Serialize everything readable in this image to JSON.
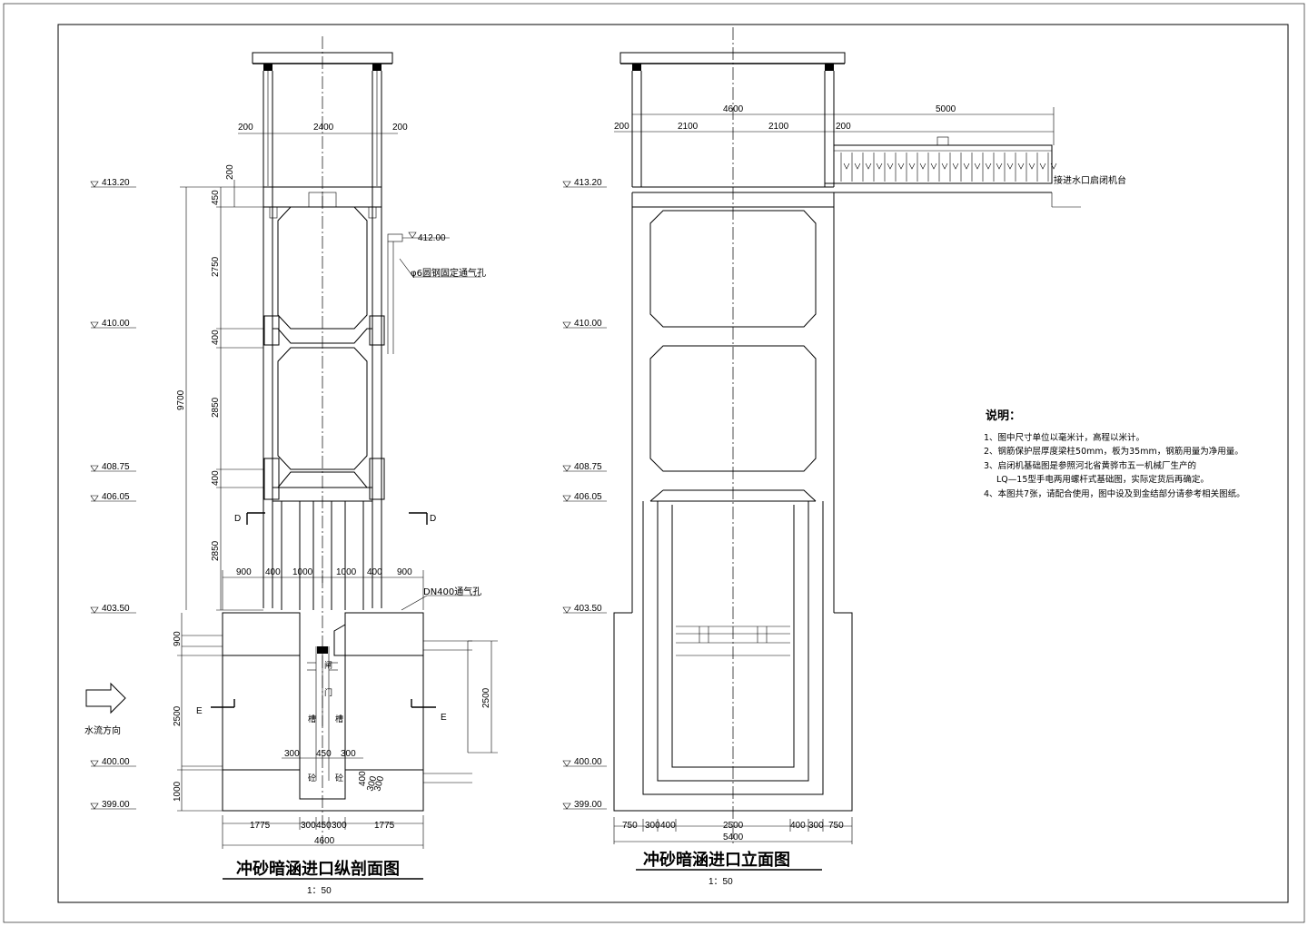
{
  "left_view": {
    "title": "冲砂暗涵进口纵剖面图",
    "scale": "1：50",
    "elevations": [
      "413.20",
      "410.00",
      "408.75",
      "406.05",
      "403.50",
      "400.00",
      "399.00"
    ],
    "top_dims": [
      "200",
      "2400",
      "200"
    ],
    "vertical_dims": [
      "450",
      "2750",
      "400",
      "2850",
      "400",
      "2850",
      "9700",
      "900",
      "2500",
      "1000"
    ],
    "small_dims": [
      "200",
      "300",
      "300"
    ],
    "mid_dims": [
      "900",
      "400",
      "1000",
      "1000",
      "400",
      "900"
    ],
    "bottom_dims": [
      "1775",
      "300",
      "450",
      "300",
      "1775",
      "4600"
    ],
    "gate_dims": [
      "300",
      "450",
      "300"
    ],
    "side_dim": "2500",
    "slot_dims": [
      "400",
      "300",
      "300"
    ],
    "section_d": "D",
    "section_e": "E",
    "label_412": "412.00",
    "label_vent": "φ6圆钢固定通气孔",
    "label_dn400": "DN400通气孔",
    "gate_chars": [
      "闸",
      "门",
      "槽",
      "槽",
      "砼",
      "砼"
    ],
    "flow_label": "水流方向"
  },
  "right_view": {
    "title": "冲砂暗涵进口立面图",
    "scale": "1：50",
    "elevations": [
      "413.20",
      "410.00",
      "408.75",
      "406.05",
      "403.50",
      "400.00",
      "399.00"
    ],
    "top_dims": [
      "4600",
      "200",
      "2100",
      "2100",
      "200",
      "5000"
    ],
    "bottom_dims": [
      "750",
      "300",
      "400",
      "2500",
      "400",
      "300",
      "750",
      "5400"
    ],
    "platform_label": "接进水口启闭机台"
  },
  "notes": {
    "title": "说明：",
    "items": [
      "1、图中尺寸单位以毫米计，高程以米计。",
      "2、钢筋保护层厚度梁柱50mm，板为35mm，钢筋用量为净用量。",
      "3、启闭机基础图是参照河北省黄骅市五一机械厂生产的",
      "LQ—15型手电两用螺杆式基础图，实际定货后再确定。",
      "4、本图共7张，请配合使用，图中设及到金结部分请参考相关图纸。"
    ]
  }
}
